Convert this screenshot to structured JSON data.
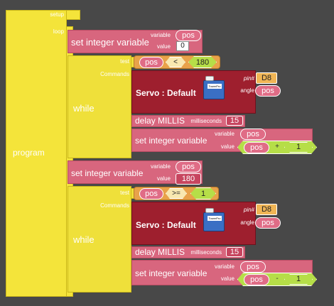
{
  "program": {
    "label": "program",
    "setup_label": "setup",
    "loop_label": "loop"
  },
  "blocks": {
    "set1": {
      "title": "set integer variable",
      "variable_label": "variable",
      "value_label": "value",
      "variable": "pos",
      "value": "0"
    },
    "while1": {
      "title": "while",
      "test_label": "test",
      "commands_label": "Commands",
      "test_left": "pos",
      "test_op": "<",
      "test_right": "180",
      "servo": {
        "title": "Servo : Default",
        "pin_label": "pin#",
        "angle_label": "angle",
        "pin": "D8",
        "angle": "pos"
      },
      "delay": {
        "title": "delay MILLIS",
        "ms_label": "milliseconds",
        "ms": "15"
      },
      "set": {
        "title": "set integer variable",
        "variable_label": "variable",
        "value_label": "value",
        "variable": "pos",
        "val_left": "pos",
        "val_op": "+",
        "val_right": "1"
      }
    },
    "set2": {
      "title": "set integer variable",
      "variable_label": "variable",
      "value_label": "value",
      "variable": "pos",
      "value": "180"
    },
    "while2": {
      "title": "while",
      "test_label": "test",
      "commands_label": "Commands",
      "test_left": "pos",
      "test_op": ">=",
      "test_right": "1",
      "servo": {
        "title": "Servo : Default",
        "pin_label": "pin#",
        "angle_label": "angle",
        "pin": "D8",
        "angle": "pos"
      },
      "delay": {
        "title": "delay MILLIS",
        "ms_label": "milliseconds",
        "ms": "15"
      },
      "set": {
        "title": "set integer variable",
        "variable_label": "variable",
        "value_label": "value",
        "variable": "pos",
        "val_left": "pos",
        "val_op": "-",
        "val_right": "1"
      }
    }
  },
  "colors": {
    "background": "#484848",
    "program_block": "#f4e43a",
    "set_variable_block": "#d8667e",
    "servo_block": "#9e1f2e",
    "compare_block": "#e8a24a",
    "number_block": "#b6de48"
  },
  "icons": {
    "servo_image": "servo-motor-icon"
  }
}
